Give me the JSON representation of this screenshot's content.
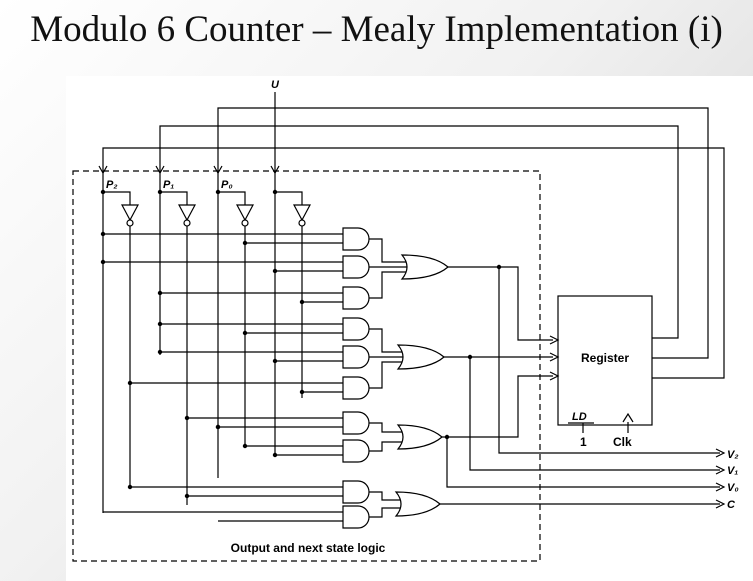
{
  "slide": {
    "title": "Modulo 6 Counter – Mealy Implementation (i)"
  },
  "diagram": {
    "input_label": "U",
    "state_labels": [
      "P₂",
      "P₁",
      "P₀"
    ],
    "register_label": "Register",
    "ld_label": "LD",
    "ld_value": "1",
    "clock_label": "Clk",
    "output_labels": [
      "V₂",
      "V₁",
      "V₀",
      "C"
    ],
    "logic_box_label": "Output and next state logic",
    "colors": {
      "background": "#ffffff",
      "line": "#000000"
    }
  }
}
